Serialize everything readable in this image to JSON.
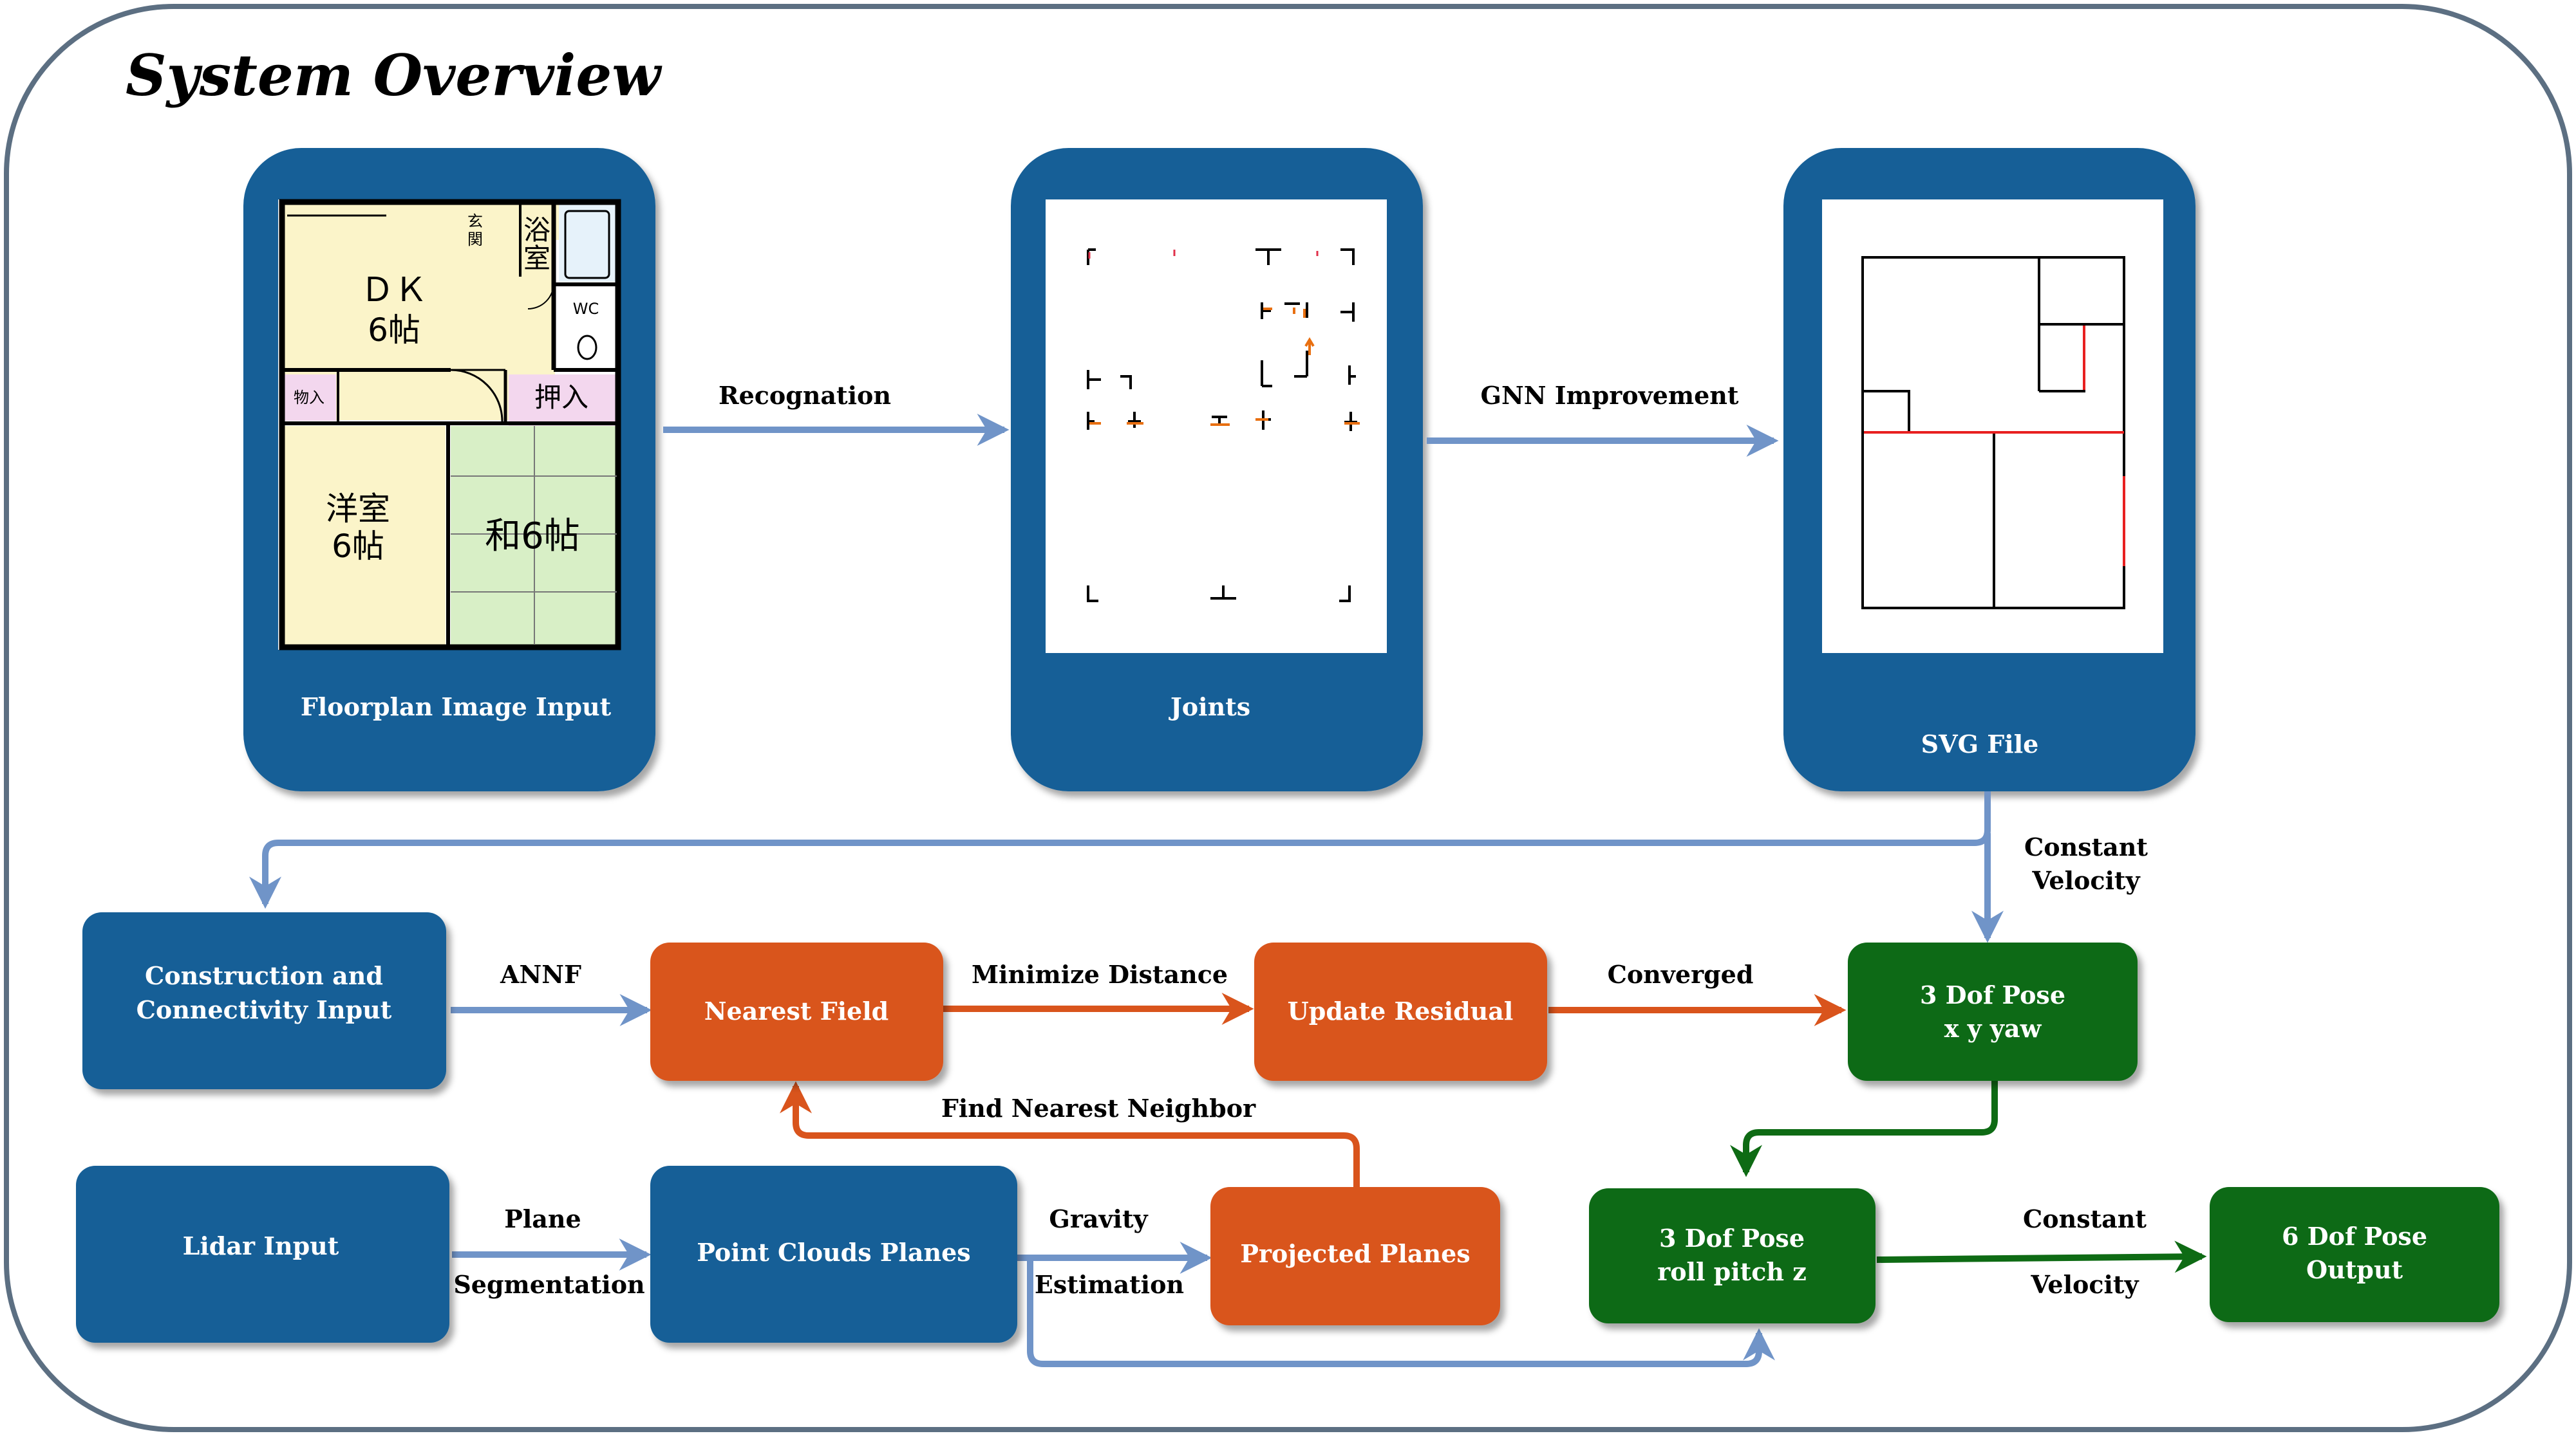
{
  "title": "System Overview",
  "colors": {
    "blue_box": "#135f97",
    "orange_box": "#d9541c",
    "green_box": "#0e6b14",
    "blue_arrow": "#7094c8",
    "orange_arrow": "#d9541c",
    "green_arrow": "#0e6b14",
    "frame": "#5c6f82"
  },
  "panels": {
    "floorplan": "Floorplan Image Input",
    "joints": "Joints",
    "svg": "SVG File"
  },
  "floorplan_labels": {
    "dk": "ＤＫ",
    "dk_size": "6帖",
    "genkan_1": "玄",
    "genkan_2": "関",
    "bath_1": "浴",
    "bath_2": "室",
    "wc": "WC",
    "storage": "物入",
    "closet": "押入",
    "western_1": "洋室",
    "western_2": "6帖",
    "japanese": "和6帖"
  },
  "boxes": {
    "construction_1": "Construction and",
    "construction_2": "Connectivity Input",
    "nearest_field": "Nearest Field",
    "update_residual": "Update Residual",
    "pose3a_1": "3 Dof Pose",
    "pose3a_2": "x y yaw",
    "lidar": "Lidar Input",
    "point_clouds": "Point Clouds Planes",
    "projected": "Projected Planes",
    "pose3b_1": "3 Dof Pose",
    "pose3b_2": "roll pitch z",
    "pose6_1": "6 Dof Pose",
    "pose6_2": "Output"
  },
  "edges": {
    "recognation": "Recognation",
    "gnn": "GNN Improvement",
    "cv_top_1": "Constant",
    "cv_top_2": "Velocity",
    "annf": "ANNF",
    "minimize": "Minimize Distance",
    "converged": "Converged",
    "find_nn": "Find Nearest Neighbor",
    "plane": "Plane",
    "segmentation": "Segmentation",
    "gravity": "Gravity",
    "estimation": "Estimation",
    "cv_bot_1": "Constant",
    "cv_bot_2": "Velocity"
  }
}
